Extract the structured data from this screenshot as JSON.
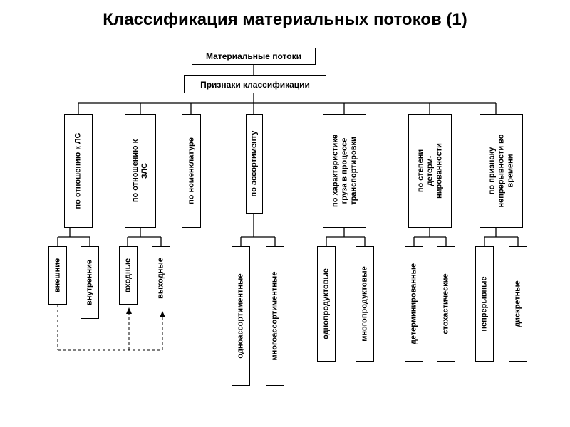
{
  "title": "Классификация материальных потоков (1)",
  "root": "Материальные потоки",
  "classification": "Признаки классификации",
  "criteria": [
    "по отношению к ЛС",
    "по отношению к\nЗЛС",
    "по номенклатуре",
    "по ассортименту",
    "по характеристике\nгруза в процессе\nтранспортировки",
    "по степени\nдетерм-\nнированности",
    "по признаку\nнепрерывности во\nвремени"
  ],
  "types": [
    "внешние",
    "внутренние",
    "входные",
    "выходные",
    "одноассортиментные",
    "многоассортиментные",
    "однопродуктовые",
    "многопродуктовые",
    "детерминированные",
    "стохастические",
    "непрерывные",
    "дискретные"
  ]
}
